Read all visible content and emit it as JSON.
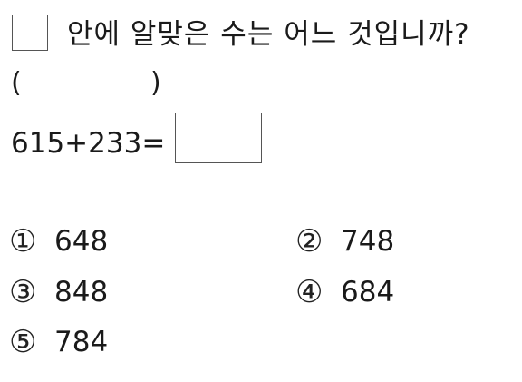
{
  "question": {
    "text": "안에 알맞은 수는 어느 것입니까?",
    "answer_open": "(",
    "answer_close": ")"
  },
  "equation": {
    "text": "615+233="
  },
  "choices": [
    {
      "mark": "①",
      "value": "648"
    },
    {
      "mark": "②",
      "value": "748"
    },
    {
      "mark": "③",
      "value": "848"
    },
    {
      "mark": "④",
      "value": "684"
    },
    {
      "mark": "⑤",
      "value": "784"
    }
  ]
}
